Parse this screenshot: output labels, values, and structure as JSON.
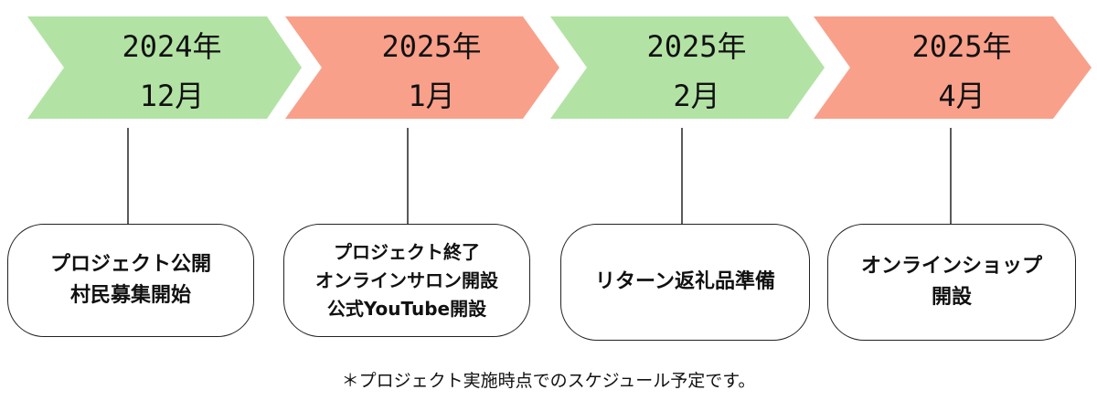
{
  "colors": {
    "green": "#b2e3a4",
    "salmon": "#f9a08a",
    "line": "#222222"
  },
  "timeline": [
    {
      "year": "2024年",
      "month": "12月",
      "color": "green",
      "event_lines": [
        "プロジェクト公開",
        "村民募集開始"
      ]
    },
    {
      "year": "2025年",
      "month": "1月",
      "color": "salmon",
      "event_lines": [
        "プロジェクト終了",
        "オンラインサロン開設",
        "公式YouTube開設"
      ]
    },
    {
      "year": "2025年",
      "month": "2月",
      "color": "green",
      "event_lines": [
        "リターン返礼品準備"
      ]
    },
    {
      "year": "2025年",
      "month": "4月",
      "color": "salmon",
      "event_lines": [
        "オンラインショップ",
        "開設"
      ]
    }
  ],
  "footnote": "＊プロジェクト実施時点でのスケジュール予定です。"
}
